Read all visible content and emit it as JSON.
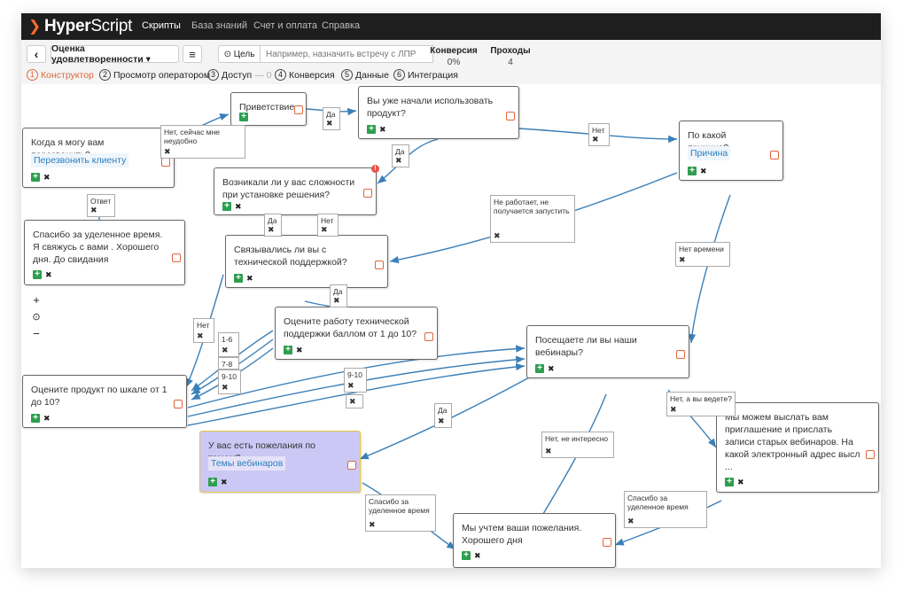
{
  "app": {
    "logo_a": "Hyper",
    "logo_b": "Script"
  },
  "nav": [
    "Скрипты",
    "База знаний",
    "Счет и оплата",
    "Справка"
  ],
  "toolbar": {
    "back": "‹",
    "script_name": "Оценка удовлетворенности ▾",
    "menu": "≡",
    "goal_label": "⊙ Цель",
    "goal_placeholder": "Например, назначить встречу с ЛПР",
    "conversion_label": "Конверсия",
    "conversion_value": "0%",
    "passes_label": "Проходы",
    "passes_value": "4"
  },
  "steps": [
    {
      "num": "1",
      "label": "Конструктор",
      "extra": ""
    },
    {
      "num": "2",
      "label": "Просмотр оператором",
      "extra": ""
    },
    {
      "num": "3",
      "label": "Доступ",
      "extra": "— 0"
    },
    {
      "num": "4",
      "label": "Конверсия",
      "extra": ""
    },
    {
      "num": "5",
      "label": "Данные",
      "extra": ""
    },
    {
      "num": "6",
      "label": "Интеграция",
      "extra": ""
    }
  ],
  "icons": {
    "plus": "plus-icon",
    "remove": "remove-icon",
    "settings": "settings-square-icon",
    "warning": "warning-icon",
    "zoom_in": "zoom-in-icon",
    "zoom_reset": "zoom-reset-icon",
    "zoom_out": "zoom-out-icon"
  },
  "colors": {
    "accent": "#e0663a",
    "link": "#3a7fb8",
    "add": "#2e9e4f",
    "highlight": "#ccc8f5",
    "nav_bg": "#1e1e1e"
  },
  "zoom": {
    "in": "+",
    "reset": "⊙",
    "out": "−"
  },
  "nodes": {
    "callback": {
      "text": "Когда я могу вам перезвонить?",
      "tag": "Перезвонить клиенту"
    },
    "thanks_bye": {
      "text": "Спасибо за уделенное время. Я свяжусь с вами . Хорошего дня. До свидания"
    },
    "greeting": {
      "text": "Приветствие"
    },
    "started_using": {
      "text": "Вы уже начали использовать продукт?"
    },
    "difficulties": {
      "text": "Возникали ли у вас сложности при установке решения?"
    },
    "contacted_support": {
      "text": "Связывались ли вы с технической поддержкой?"
    },
    "rate_support": {
      "text": "Оцените работу технической поддержки баллом от 1 до 10?"
    },
    "rate_product": {
      "text": "Оцените продукт по шкале от 1 до 10?"
    },
    "reason": {
      "text": "По какой причине?",
      "tag": "Причина"
    },
    "webinars": {
      "text": "Посещаете ли вы наши вебинары?"
    },
    "topics": {
      "text": "У вас есть пожелания по темам?",
      "tag": "Темы вебинаров"
    },
    "send_invite": {
      "text": "Мы можем выслать вам приглашение и прислать записи старых вебинаров. На какой электронный адрес высл ..."
    },
    "noted": {
      "text": "Мы учтем ваши пожелания. Хорошего дня"
    }
  },
  "labels": {
    "not_now": "Нет, сейчас мне неудобно",
    "yes1": "Да",
    "yes2": "Да",
    "no1": "Нет",
    "answer": "Ответ",
    "yes3": "Да",
    "no2": "Нет",
    "not_working": "Не работает, не получается запустить",
    "yes4": "Да",
    "no_time": "Нет времени",
    "no3": "Нет",
    "r16": "1-6",
    "r78": "7-8",
    "r910a": "9-10",
    "r910b": "9-10",
    "yes5": "Да",
    "no_do_you": "Нет, а вы ведете?",
    "not_interested": "Нет, не интересно",
    "thanks_time1": "Спасибо за уделенное время",
    "thanks_time2": "Спасибо за уделенное время"
  }
}
